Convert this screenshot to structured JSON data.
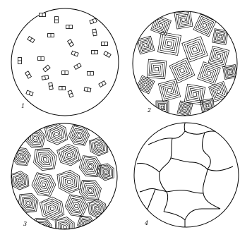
{
  "figure": {
    "panels": [
      {
        "label": "1",
        "stage": "nucleation"
      },
      {
        "label": "2",
        "stage": "crystal-growth"
      },
      {
        "label": "3",
        "stage": "impingement"
      },
      {
        "label": "4",
        "stage": "grain-structure"
      }
    ]
  },
  "colors": {
    "line": "#000000",
    "background": "#ffffff"
  }
}
